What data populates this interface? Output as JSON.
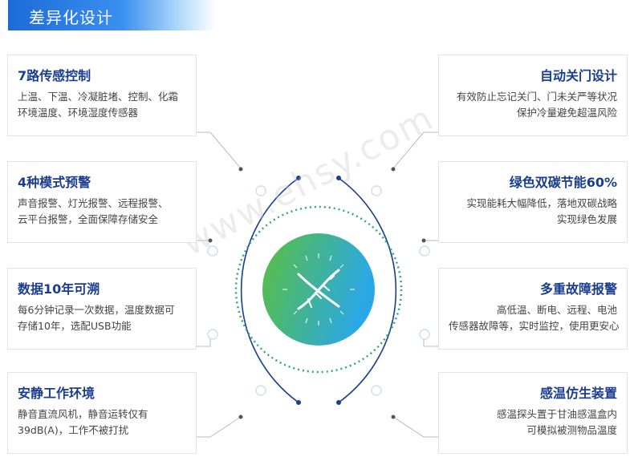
{
  "header": {
    "title": "差异化设计"
  },
  "watermark": "www.ehsy.com",
  "cards": {
    "sensor": {
      "title": "7路传感控制",
      "lines": [
        "上温、下温、冷凝脏堵、控制、化霜",
        "环境温度、环境湿度传感器"
      ]
    },
    "alarm": {
      "title": "4种模式预警",
      "lines": [
        "声音报警、灯光报警、远程报警、",
        "云平台报警，全面保障存储安全"
      ]
    },
    "data": {
      "title": "数据10年可溯",
      "lines": [
        "每6分钟记录一次数据，温度数据可",
        "存储10年，选配USB功能"
      ]
    },
    "quiet": {
      "title": "安静工作环境",
      "lines": [
        "静音直流风机，静音运转仅有",
        "39dB(A)，工作不被打扰"
      ]
    },
    "door": {
      "title": "自动关门设计",
      "lines": [
        "有效防止忘记关门、门未关严等状况",
        "保护冷量避免超温风险"
      ]
    },
    "green": {
      "title": "绿色双碳节能60%",
      "lines": [
        "实现能耗大幅降低，落地双碳战略",
        "实现绿色发展"
      ]
    },
    "fault": {
      "title": "多重故障报警",
      "lines": [
        "高低温、断电、远程、电池",
        "传感器故障等，实时监控，使用更安心"
      ]
    },
    "bionic": {
      "title": "感温仿生装置",
      "lines": [
        "感温探头置于甘油感温盒内",
        "可模拟被测物品温度"
      ]
    }
  },
  "colors": {
    "title": "#1a3d8f",
    "ring": "#1a3f8f",
    "dotted": "#2ea87a",
    "center_start": "#5bbf3d",
    "center_end": "#2aa8e6"
  },
  "center_icon": "dna-icon"
}
